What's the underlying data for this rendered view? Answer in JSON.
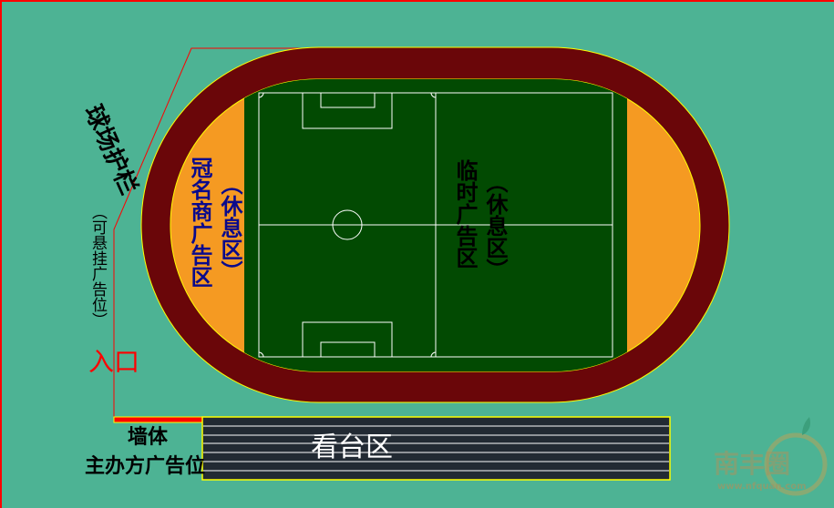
{
  "labels": {
    "fence": "球场护栏",
    "fence_note": "（可悬挂广告位）",
    "entrance": "入口",
    "sponsor_zone": "冠名商广告区",
    "rest_zone_left": "（休息区）",
    "temp_ad_zone": "临时广告区",
    "rest_zone_right": "（休息区）",
    "wall": "墙体",
    "host_ad": "主办方广告位",
    "stands": "看台区"
  },
  "watermark": {
    "name": "南丰圈",
    "url": "www.nfquan.com"
  },
  "colors": {
    "background": "#4db394",
    "track": "#6a0609",
    "end_zone": "#f59a22",
    "pitch": "#024a02",
    "fence_line": "#ff0000",
    "stands": "#222a33",
    "sponsor_text": "#0a0a8c",
    "outline": "#ffff00"
  }
}
